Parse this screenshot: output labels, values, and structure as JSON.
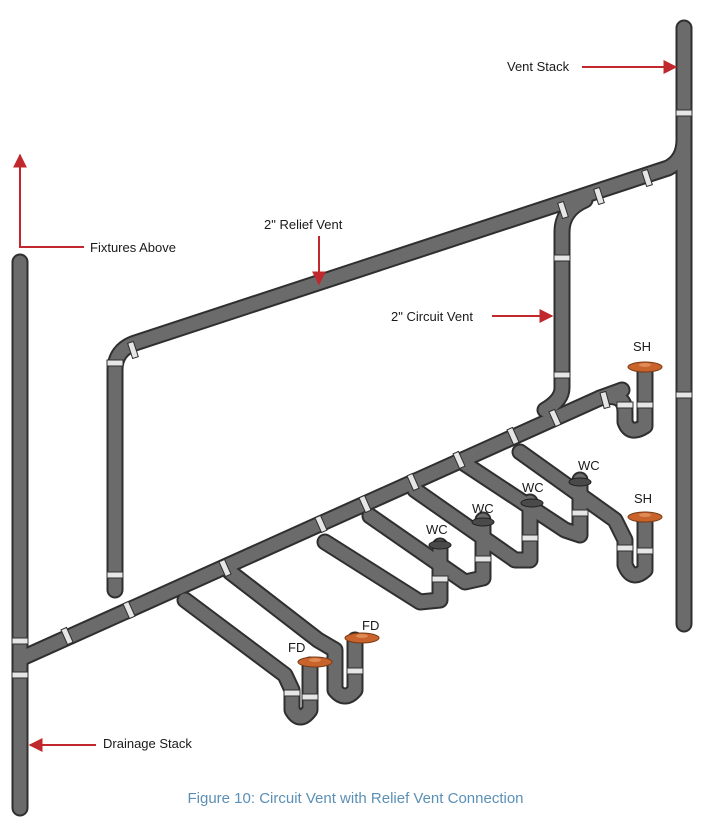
{
  "labels": {
    "vent_stack": "Vent Stack",
    "fixtures_above": "Fixtures Above",
    "relief_vent": "2\" Relief Vent",
    "circuit_vent": "2\" Circuit Vent",
    "drainage_stack": "Drainage Stack"
  },
  "fixtures": {
    "sh_1": "SH",
    "sh_2": "SH",
    "wc_1": "WC",
    "wc_2": "WC",
    "wc_3": "WC",
    "wc_4": "WC",
    "fd_1": "FD",
    "fd_2": "FD"
  },
  "caption": "Figure 10: Circuit Vent with Relief Vent Connection",
  "colors": {
    "pipe": "#6b6b6b",
    "pipe_outline": "#2f2f2f",
    "coupling": "#e6e6e6",
    "arrow": "#c0282d",
    "floor_drain": "#c8632c",
    "water_closet": "#4a4a4a",
    "caption": "#5b8fb6"
  }
}
